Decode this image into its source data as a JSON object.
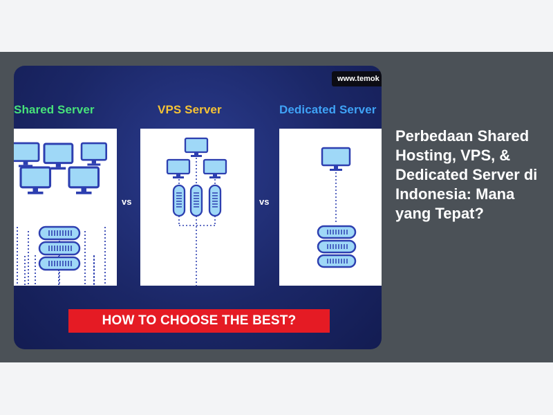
{
  "thumbnail": {
    "brand_text": "www.temok",
    "columns": [
      {
        "title": "Shared Server",
        "color": "#47e27a"
      },
      {
        "title": "VPS Server",
        "color": "#f6c335"
      },
      {
        "title": "Dedicated Server",
        "color": "#3fa3f7"
      }
    ],
    "vs_label": "vs",
    "cta_label": "HOW TO CHOOSE THE BEST?",
    "colors": {
      "background": "#1c2a6c",
      "cta": "#e51b24",
      "icon_blue": "#2d3fb0",
      "icon_fill": "#9fd8f7"
    }
  },
  "article": {
    "title": "Perbedaan Shared Hosting, VPS, & Dedicated Server di Indonesia: Mana yang Tepat?"
  },
  "icons": {
    "monitor": "monitor-icon",
    "server": "server-stack-icon",
    "vps_node": "virtual-server-icon"
  }
}
